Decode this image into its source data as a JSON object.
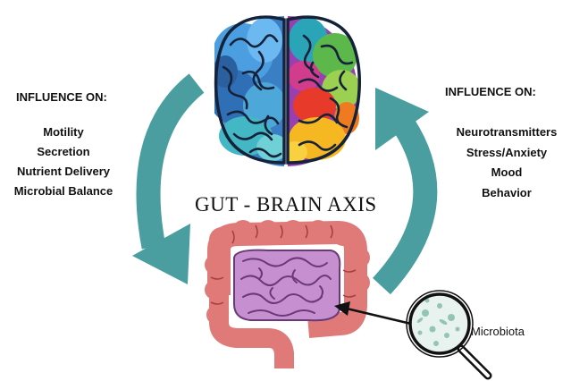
{
  "title": "GUT - BRAIN AXIS",
  "left_panel": {
    "heading": "INFLUENCE ON:",
    "items": [
      "Motility",
      "Secretion",
      "Nutrient Delivery",
      "Microbial Balance"
    ]
  },
  "right_panel": {
    "heading": "INFLUENCE ON:",
    "items": [
      "Neurotransmitters",
      "Stress/Anxiety",
      "Mood",
      "Behavior"
    ]
  },
  "microbiota_label": "Microbiota",
  "icons": {
    "brain": "brain-icon",
    "intestine": "intestine-icon",
    "magnifier": "magnifying-glass-icon",
    "arrow_down": "curved-arrow-down-icon",
    "arrow_up": "curved-arrow-up-icon"
  },
  "colors": {
    "arrow": "#4a9ea0",
    "intestine_outer": "#e07a78",
    "intestine_inner": "#c68fd0",
    "text": "#111111"
  }
}
